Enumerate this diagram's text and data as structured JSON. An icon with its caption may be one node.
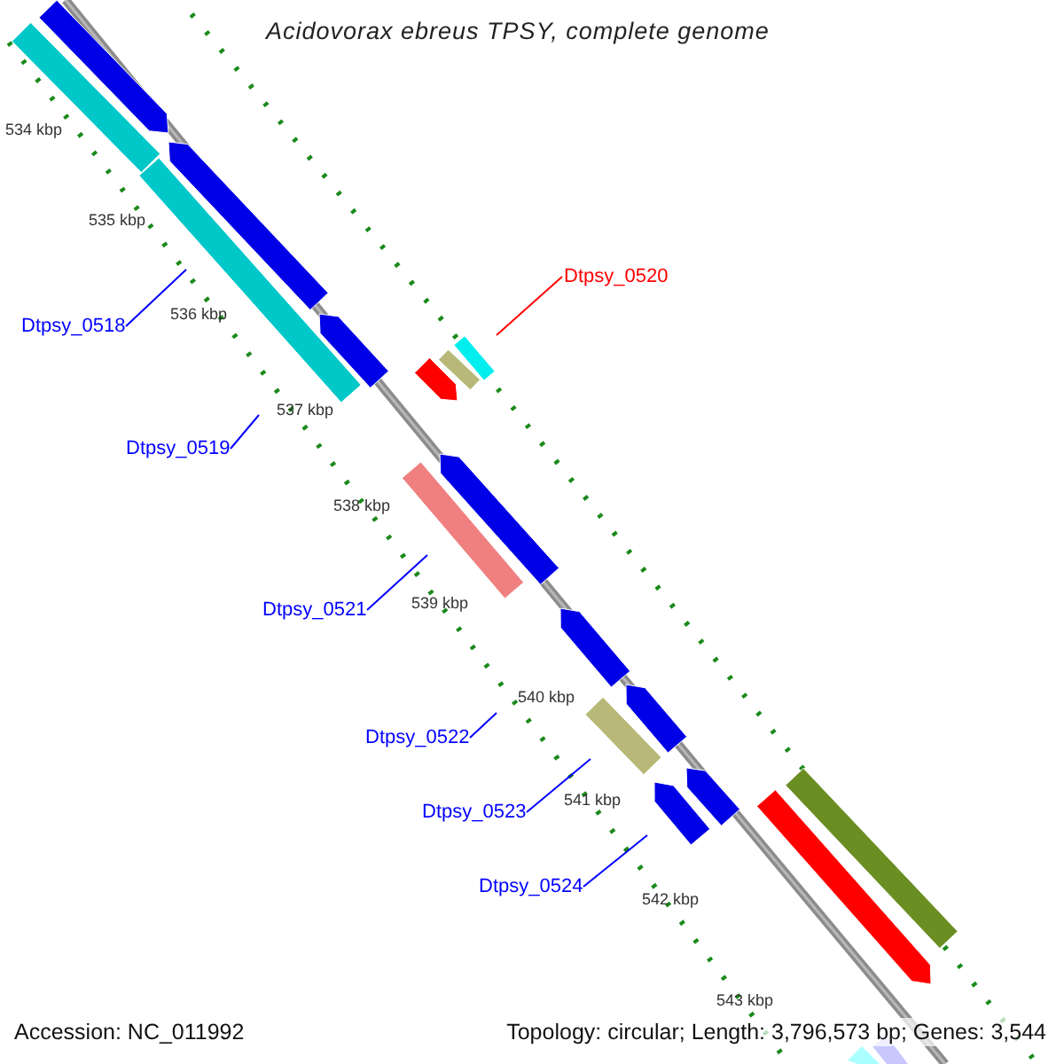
{
  "diagram": {
    "title": "Acidovorax ebreus TPSY, complete genome",
    "nodes": [
      {
        "text": [
          "Dtpsy_0518"
        ]
      },
      {
        "text": [
          "Dtpsy_0519"
        ]
      },
      {
        "text": [
          "Dtpsy_0520"
        ]
      },
      {
        "text": [
          "Dtpsy_0521"
        ]
      },
      {
        "text": [
          "Dtpsy_0522"
        ]
      },
      {
        "text": [
          "Dtpsy_0523"
        ]
      },
      {
        "text": [
          "Dtpsy_0524"
        ]
      }
    ],
    "edges": [
      {
        "from": 0,
        "to": null,
        "arrow": "none"
      },
      {
        "from": 1,
        "to": null,
        "arrow": "none"
      },
      {
        "from": 2,
        "to": null,
        "arrow": "none",
        "color": "#ff0000"
      },
      {
        "from": 3,
        "to": null,
        "arrow": "none"
      },
      {
        "from": 4,
        "to": null,
        "arrow": "none"
      },
      {
        "from": 5,
        "to": null,
        "arrow": "none"
      },
      {
        "from": 6,
        "to": null,
        "arrow": "none"
      }
    ],
    "labels": [
      "534 kbp",
      "535 kbp",
      "536 kbp",
      "537 kbp",
      "538 kbp",
      "539 kbp",
      "540 kbp",
      "541 kbp",
      "542 kbp",
      "543 kbp",
      "Accession: NC_011992",
      "Topology: circular; Length: 3,796,573 bp; Genes: 3,544"
    ]
  }
}
